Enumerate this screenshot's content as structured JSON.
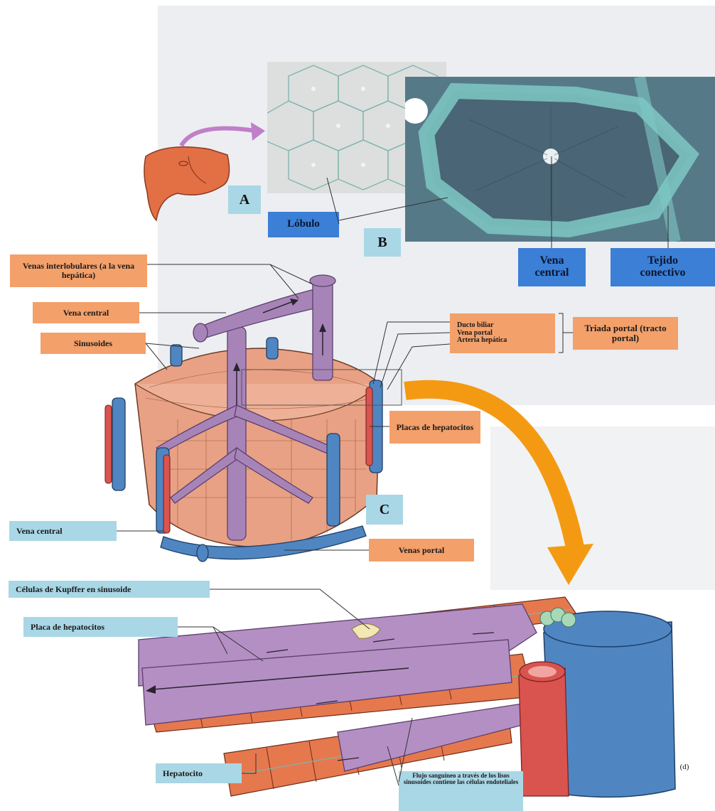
{
  "labels": {
    "lobulo": "Lóbulo",
    "vena_central_b": "Vena central",
    "tejido_conectivo": "Tejido conectivo",
    "venas_interlobulares": "Venas interlobulares (a la vena hepática)",
    "vena_central_c": "Vena central",
    "sinusoides": "Sinusoides",
    "triada_items": [
      "Ducto biliar",
      "Vena portal",
      "Arteria hepática"
    ],
    "triada_portal": "Triada portal (tracto portal)",
    "placas_hepatocitos_c": "Placas de hepatocitos",
    "vena_portal": "Venas portal",
    "kupffer": "Células de Kupffer en sinusoide",
    "placa_hepatocitos_d": "Placa de hepatocitos",
    "vena_central_d": "Vena central",
    "hepatocito": "Hepatocito",
    "flujo": "Flujo sanguíneo a través de los lisos sinusoides contiene las células endoteliales"
  },
  "panel_letters": {
    "a": "A",
    "b": "B",
    "c": "C"
  },
  "corner_mark": "(d)",
  "colors": {
    "orange_label": "#f3a06a",
    "blue_label": "#3b7fd6",
    "cyan_label": "#a9d7e6",
    "vein_purple": "#a784b8",
    "vessel_blue": "#4f86c2",
    "artery_red": "#d9534f",
    "tissue": "#e8a184",
    "arrow_orange": "#f49a12"
  }
}
